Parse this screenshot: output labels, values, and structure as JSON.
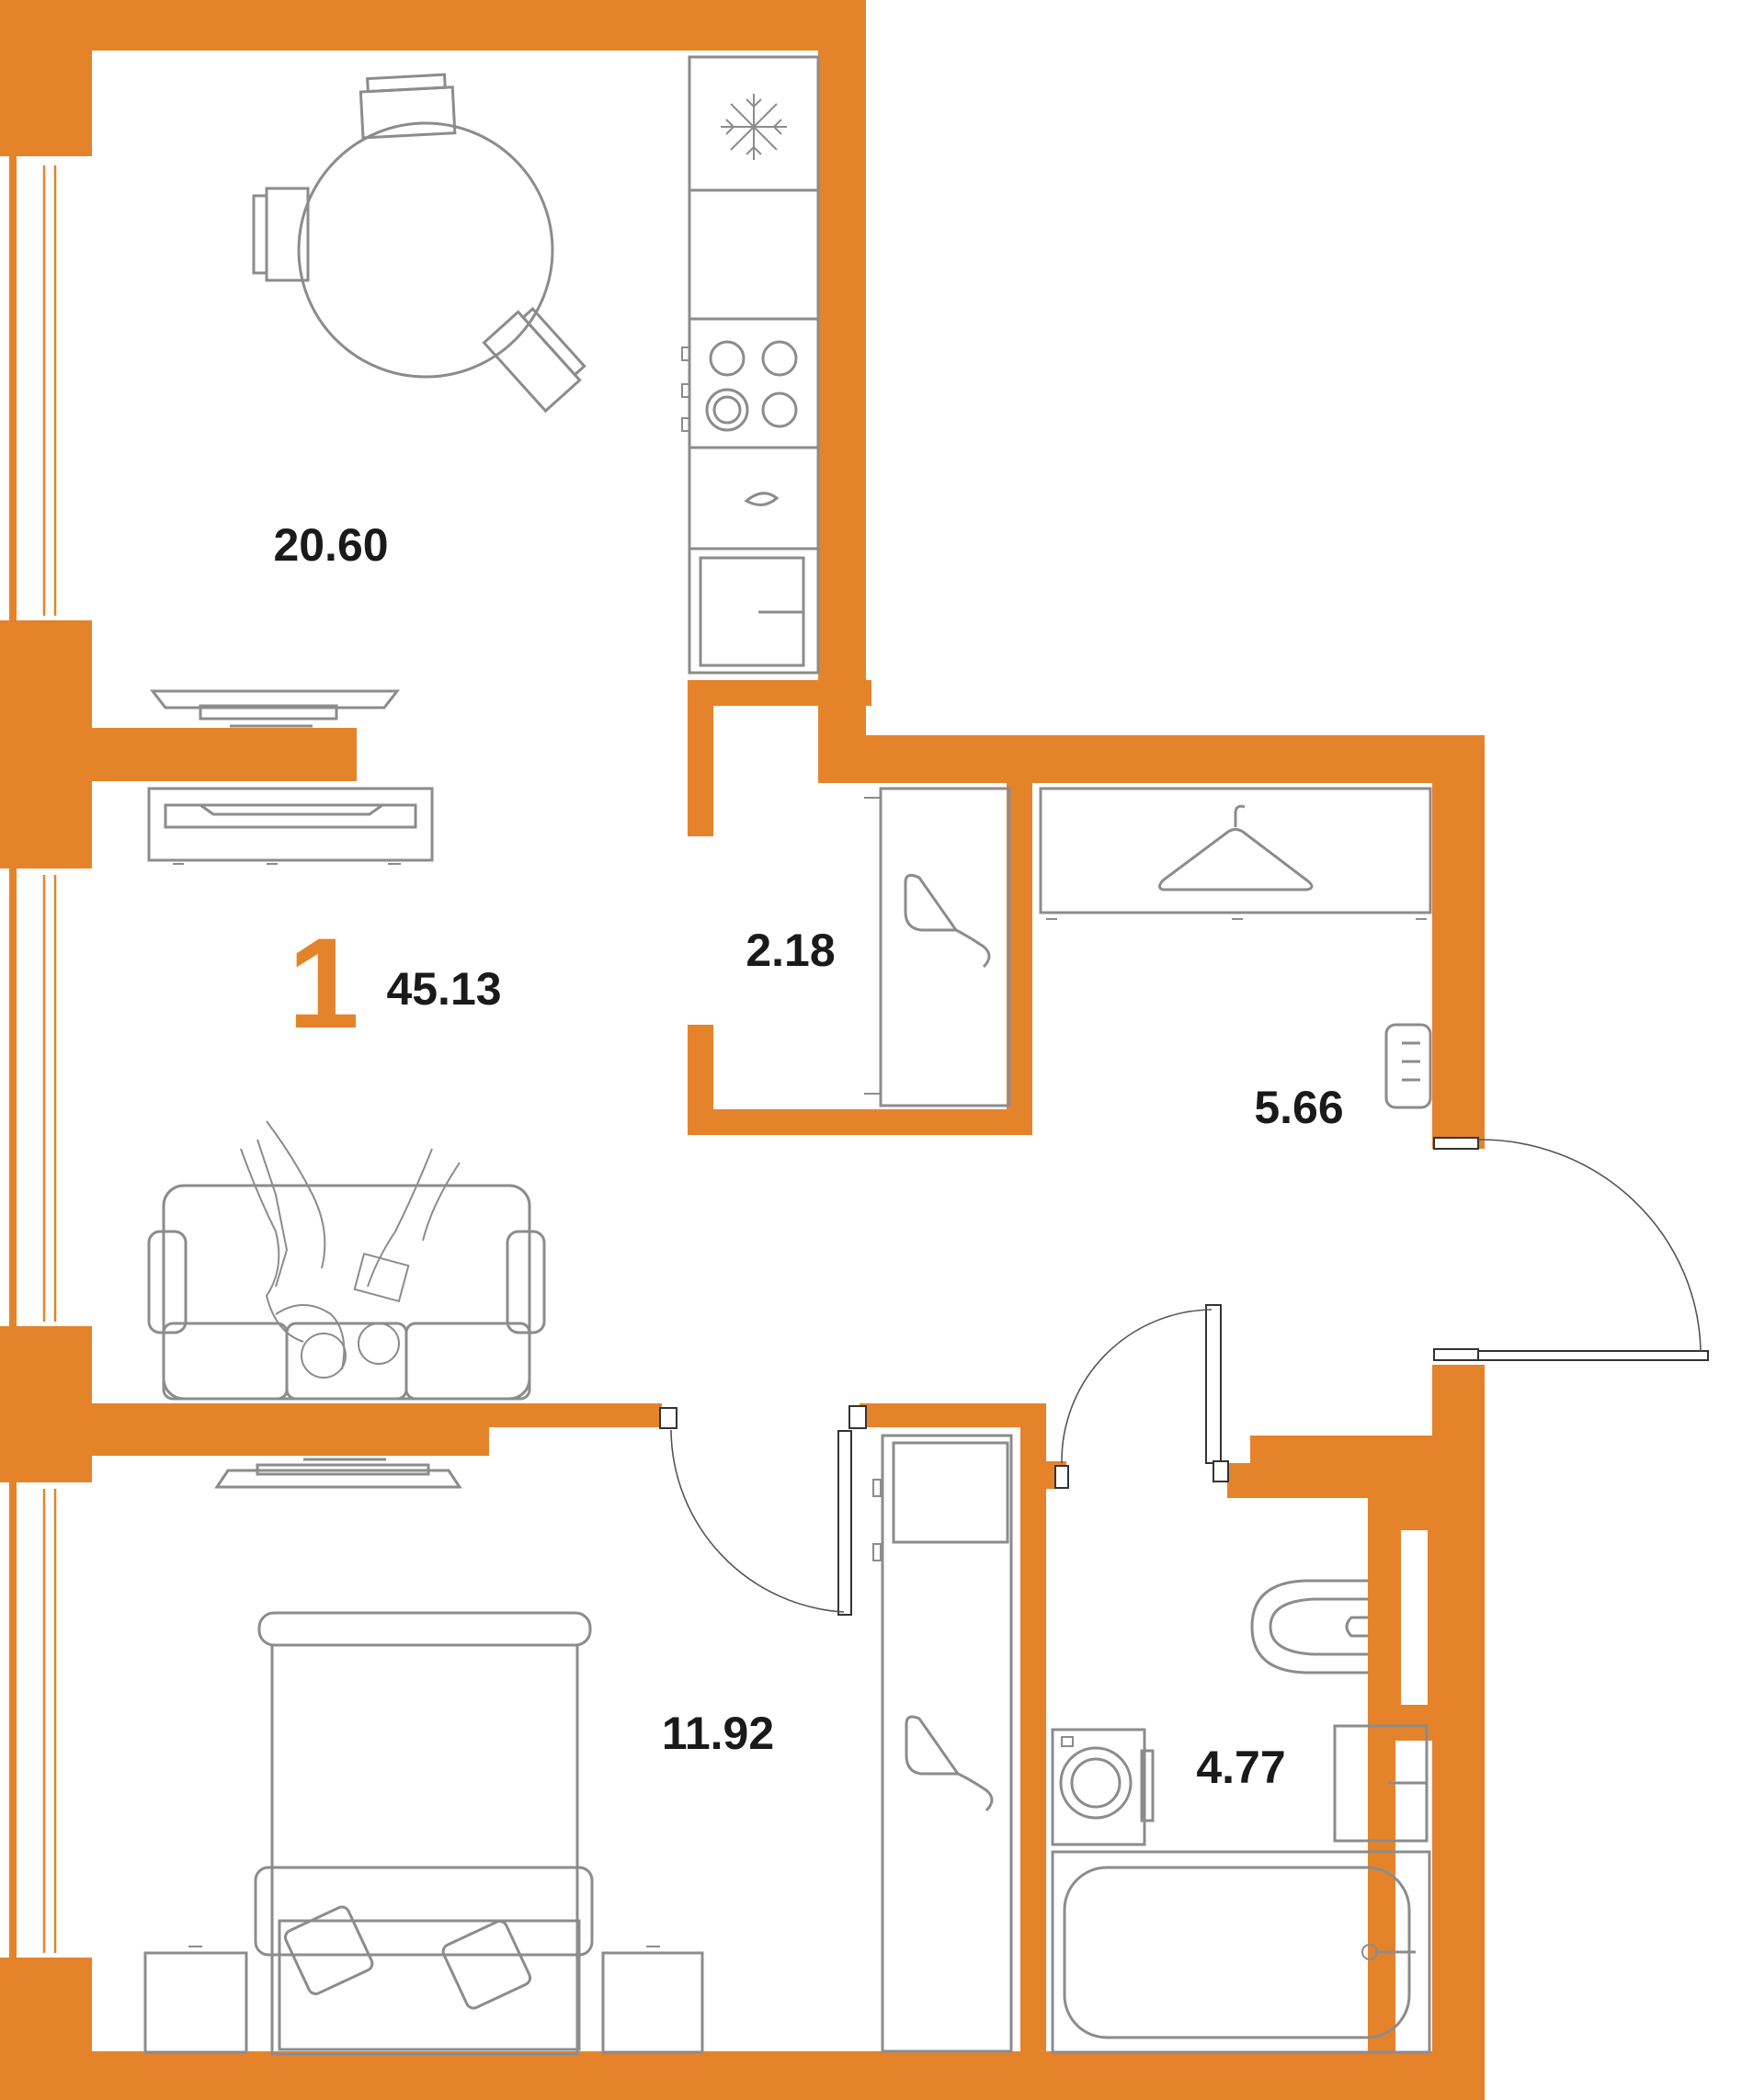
{
  "plan": {
    "rooms_label": "1",
    "total_area": "45.13",
    "accent_color": "#E5832B",
    "rooms": [
      {
        "id": "kitchen-living",
        "area": "20.60"
      },
      {
        "id": "storage",
        "area": "2.18"
      },
      {
        "id": "hallway",
        "area": "5.66"
      },
      {
        "id": "bedroom",
        "area": "11.92"
      },
      {
        "id": "bathroom",
        "area": "4.77"
      }
    ]
  }
}
